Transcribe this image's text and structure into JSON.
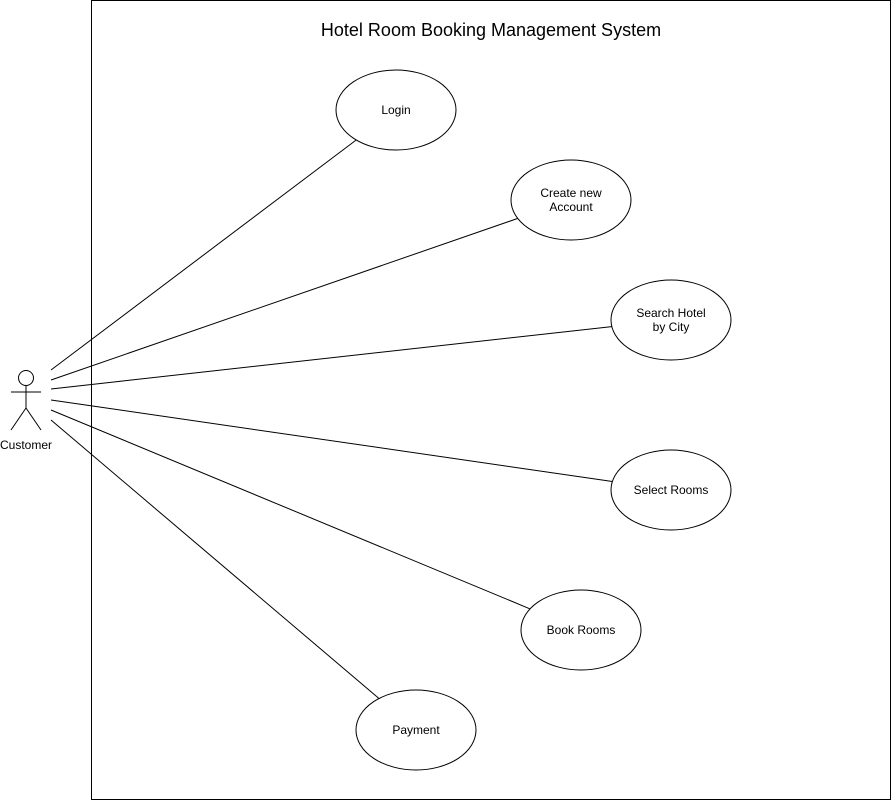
{
  "diagram": {
    "type": "use-case",
    "system": {
      "title": "Hotel Room Booking Management System"
    },
    "actor": {
      "label": "Customer",
      "icon": "stick-figure-icon"
    },
    "use_cases": [
      {
        "id": "login",
        "lines": [
          "Login"
        ]
      },
      {
        "id": "create-new-account",
        "lines": [
          "Create new",
          "Account"
        ]
      },
      {
        "id": "search-hotel-by-city",
        "lines": [
          "Search Hotel",
          "by City"
        ]
      },
      {
        "id": "select-rooms",
        "lines": [
          "Select Rooms"
        ]
      },
      {
        "id": "book-rooms",
        "lines": [
          "Book Rooms"
        ]
      },
      {
        "id": "payment",
        "lines": [
          "Payment"
        ]
      }
    ],
    "associations": [
      {
        "from": "actor",
        "to": "login"
      },
      {
        "from": "actor",
        "to": "create-new-account"
      },
      {
        "from": "actor",
        "to": "search-hotel-by-city"
      },
      {
        "from": "actor",
        "to": "select-rooms"
      },
      {
        "from": "actor",
        "to": "book-rooms"
      },
      {
        "from": "actor",
        "to": "payment"
      }
    ]
  }
}
